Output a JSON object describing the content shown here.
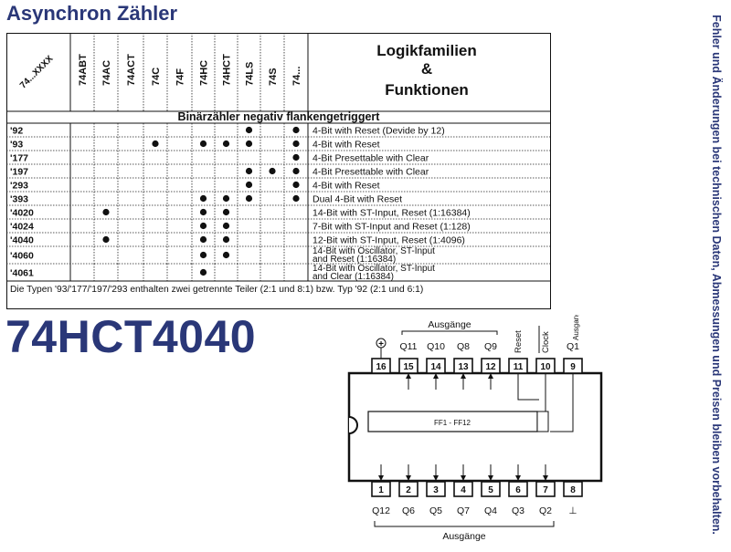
{
  "title": "Asynchron Zähler",
  "table": {
    "corner_label": "74...XXXX",
    "families": [
      "74ABT",
      "74AC",
      "74ACT",
      "74C",
      "74F",
      "74HC",
      "74HCT",
      "74LS",
      "74S",
      "74..."
    ],
    "header_right": [
      "Logikfamilien",
      "&",
      "Funktionen"
    ],
    "section_heading": "Binärzähler negativ flankengetriggert",
    "rows": [
      {
        "type": "'92",
        "dots": [
          7,
          9
        ],
        "function": [
          "4-Bit with Reset (Devide by 12)"
        ]
      },
      {
        "type": "'93",
        "dots": [
          3,
          5,
          6,
          7,
          9
        ],
        "function": [
          "4-Bit with Reset"
        ]
      },
      {
        "type": "'177",
        "dots": [
          9
        ],
        "function": [
          "4-Bit Presettable with Clear"
        ]
      },
      {
        "type": "'197",
        "dots": [
          7,
          8,
          9
        ],
        "function": [
          "4-Bit Presettable with Clear"
        ]
      },
      {
        "type": "'293",
        "dots": [
          7,
          9
        ],
        "function": [
          "4-Bit with Reset"
        ]
      },
      {
        "type": "'393",
        "dots": [
          5,
          6,
          7,
          9
        ],
        "function": [
          "Dual 4-Bit with Reset"
        ]
      },
      {
        "type": "'4020",
        "dots": [
          1,
          5,
          6
        ],
        "function": [
          "14-Bit with ST-Input, Reset (1:16384)"
        ]
      },
      {
        "type": "'4024",
        "dots": [
          5,
          6
        ],
        "function": [
          "7-Bit with ST-Input and Reset (1:128)"
        ]
      },
      {
        "type": "'4040",
        "dots": [
          1,
          5,
          6
        ],
        "function": [
          "12-Bit with ST-Input, Reset (1:4096)"
        ]
      },
      {
        "type": "'4060",
        "dots": [
          5,
          6
        ],
        "function": [
          "14-Bit with Oscillator, ST-Input",
          "and Reset (1:16384)"
        ]
      },
      {
        "type": "'4061",
        "dots": [
          5
        ],
        "function": [
          "14-Bit with Oscillator, ST-Input",
          "and Clear (1:16384)"
        ]
      }
    ],
    "footnote": "Die Typen '93/'177/'197/'293 enthalten zwei getrennte Teiler (2:1 und 8:1) bzw. Typ '92 (2:1 und 6:1)"
  },
  "chip_title": "74HCT4040",
  "side_note": "Fehler und Änderungen bei technischen Daten, Abmessungen und Preisen bleiben vorbehalten.",
  "pinout": {
    "top_group_label": "Ausgänge",
    "bottom_group_label": "Ausgänge",
    "top_pins": [
      {
        "num": "16",
        "label": "+"
      },
      {
        "num": "15",
        "label": "Q11"
      },
      {
        "num": "14",
        "label": "Q10"
      },
      {
        "num": "13",
        "label": "Q8"
      },
      {
        "num": "12",
        "label": "Q9"
      },
      {
        "num": "11",
        "label": "Reset"
      },
      {
        "num": "10",
        "label": "Clock"
      },
      {
        "num": "9",
        "label": "Q1"
      }
    ],
    "top_right_label": "Ausgang",
    "bottom_pins": [
      {
        "num": "1",
        "label": "Q12"
      },
      {
        "num": "2",
        "label": "Q6"
      },
      {
        "num": "3",
        "label": "Q5"
      },
      {
        "num": "4",
        "label": "Q7"
      },
      {
        "num": "5",
        "label": "Q4"
      },
      {
        "num": "6",
        "label": "Q3"
      },
      {
        "num": "7",
        "label": "Q2"
      },
      {
        "num": "8",
        "label": "⊥"
      }
    ],
    "internal_label": "FF1 - FF12"
  }
}
